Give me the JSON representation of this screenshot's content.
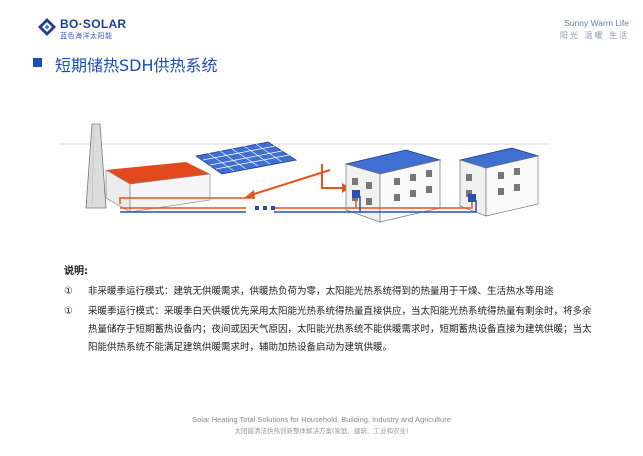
{
  "header": {
    "logo_text": "BO·SOLAR",
    "logo_sub": "蓝色海洋太阳能",
    "slogan_en": "Sunny Warm Life",
    "slogan_cn": "阳光 温暖 生活"
  },
  "title": "短期储热SDH供热系统",
  "notes": {
    "heading": "说明:",
    "items": [
      {
        "mark": "①",
        "text": "非采暖季运行模式：建筑无供暖需求，供暖热负荷为零，太阳能光热系统得到的热量用于干燥、生活热水等用途"
      },
      {
        "mark": "①",
        "text": "采暖季运行模式：采暖季白天供暖优先采用太阳能光热系统得热量直接供应，当太阳能光热系统得热量有剩余时，将多余热量储存于短期蓄热设备内；夜间或因天气原因，太阳能光热系统不能供暖需求时，短期蓄热设备直接为建筑供暖；当太阳能供热系统不能满足建筑供暖需求时，辅助加热设备启动为建筑供暖。"
      }
    ]
  },
  "footer": {
    "en": "Solar Heating Total Solutions for Household, Building, Industry and Agriculture",
    "cn": "太阳能清洁供热创新整体解决方案(家庭、建筑、工业和农业)"
  },
  "colors": {
    "brand_blue": "#1e4db7",
    "hot_pipe": "#e2561f",
    "cold_pipe": "#2a4fb0",
    "panel_blue": "#3f6fd0",
    "roof_red": "#e24a1d"
  }
}
